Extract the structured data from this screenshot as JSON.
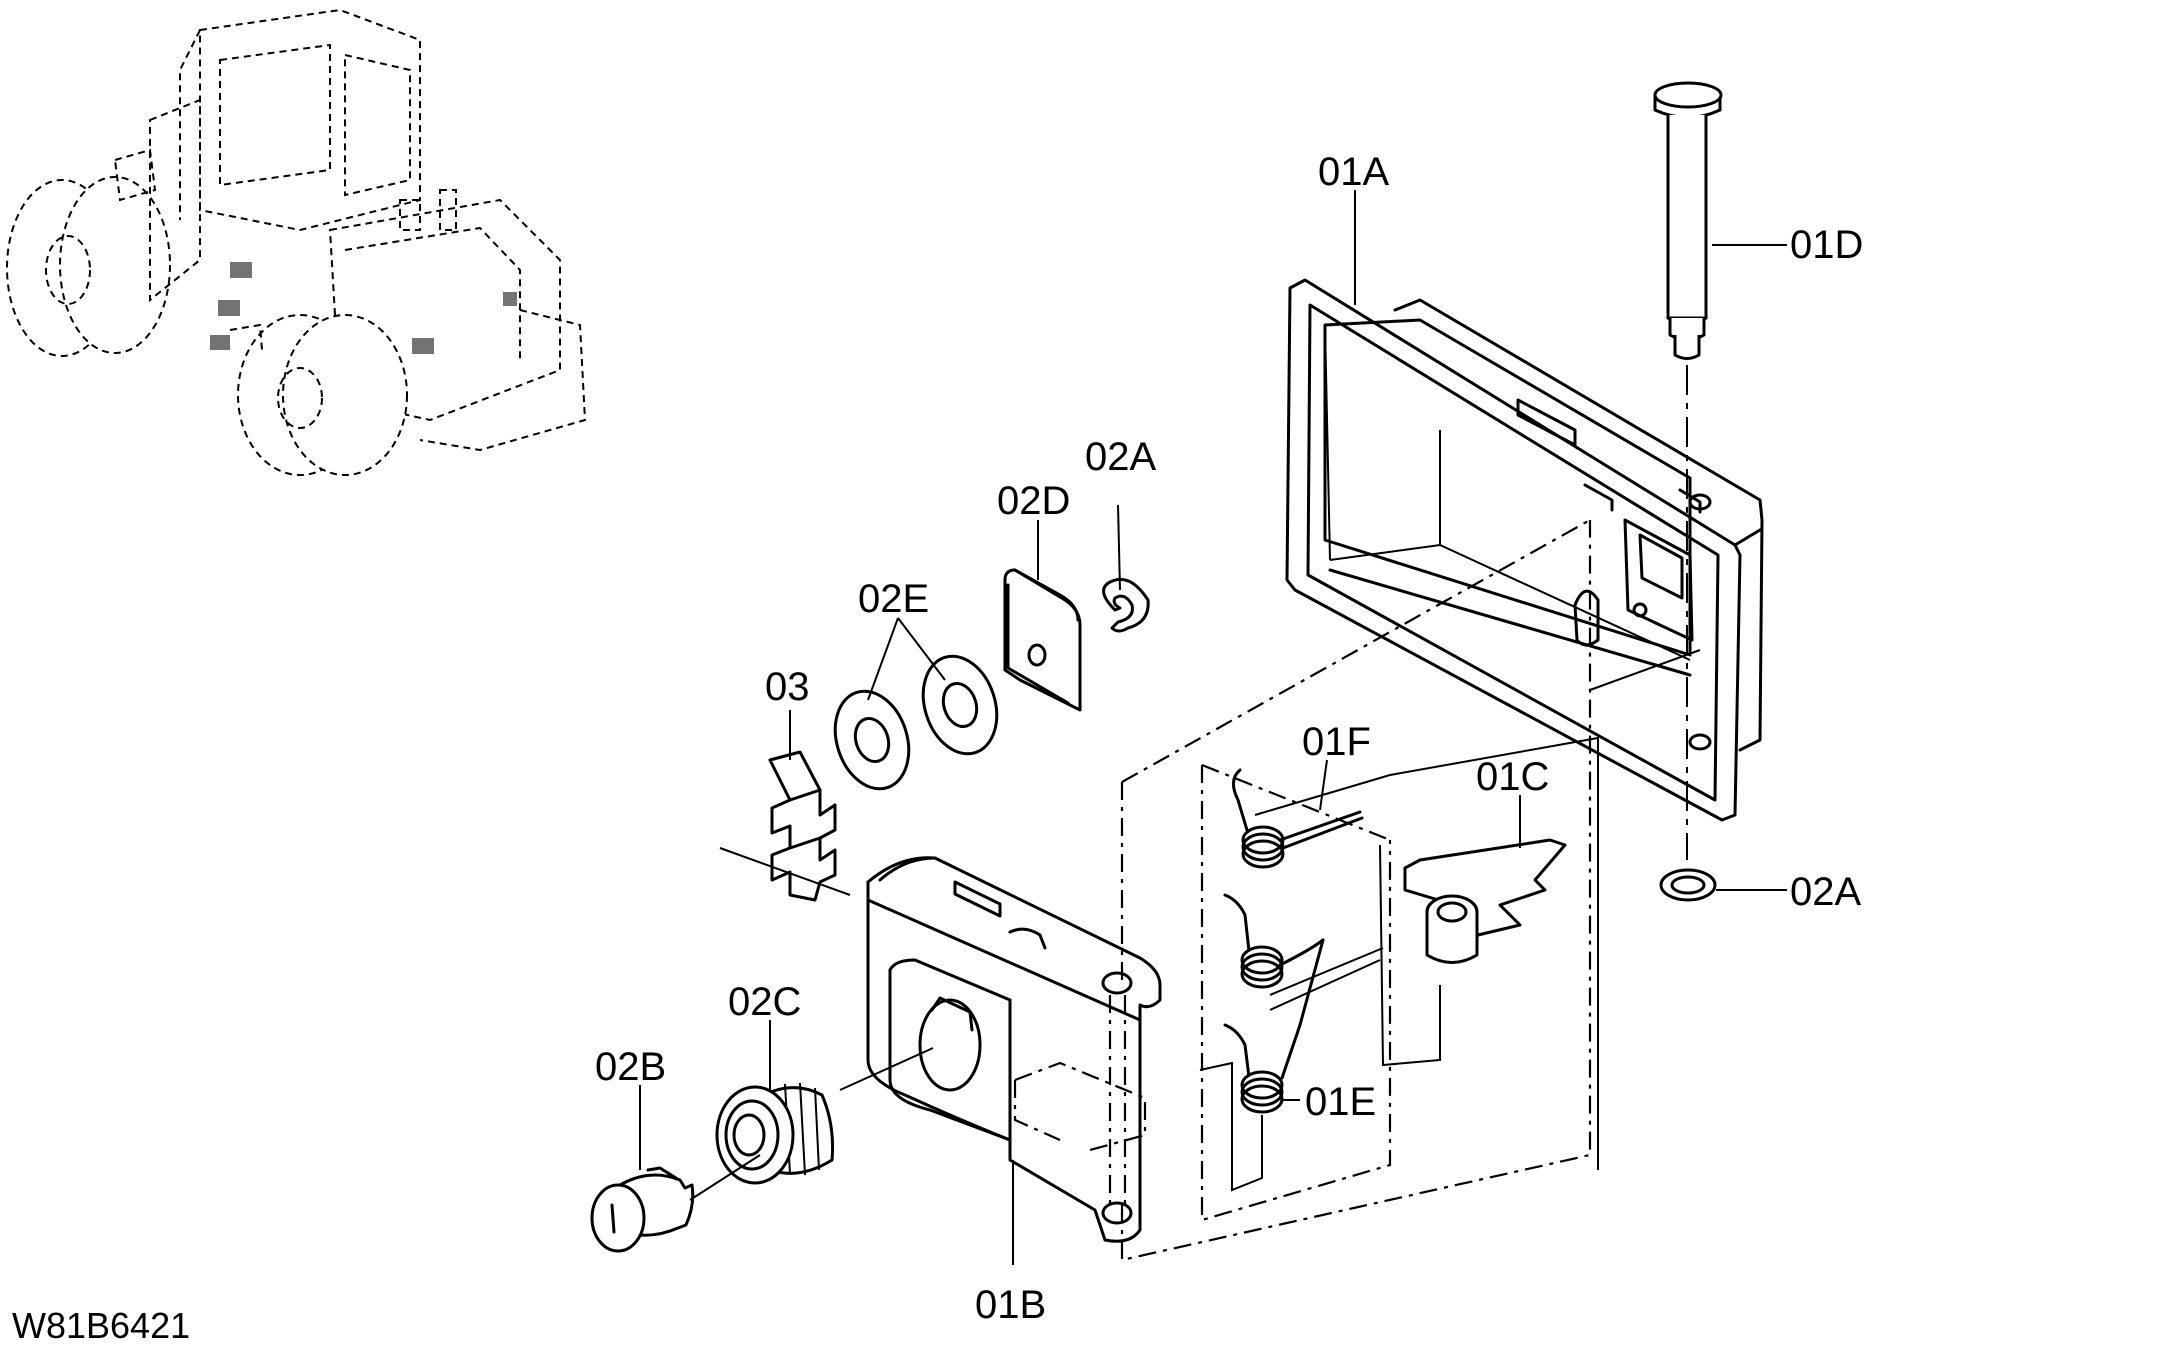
{
  "drawing_code": "W81B6421",
  "callouts": {
    "p01A": "01A",
    "p01B": "01B",
    "p01C": "01C",
    "p01D": "01D",
    "p01E": "01E",
    "p01F": "01F",
    "p02A_top": "02A",
    "p02A_right": "02A",
    "p02B": "02B",
    "p02C": "02C",
    "p02D": "02D",
    "p02E": "02E",
    "p03": "03"
  }
}
